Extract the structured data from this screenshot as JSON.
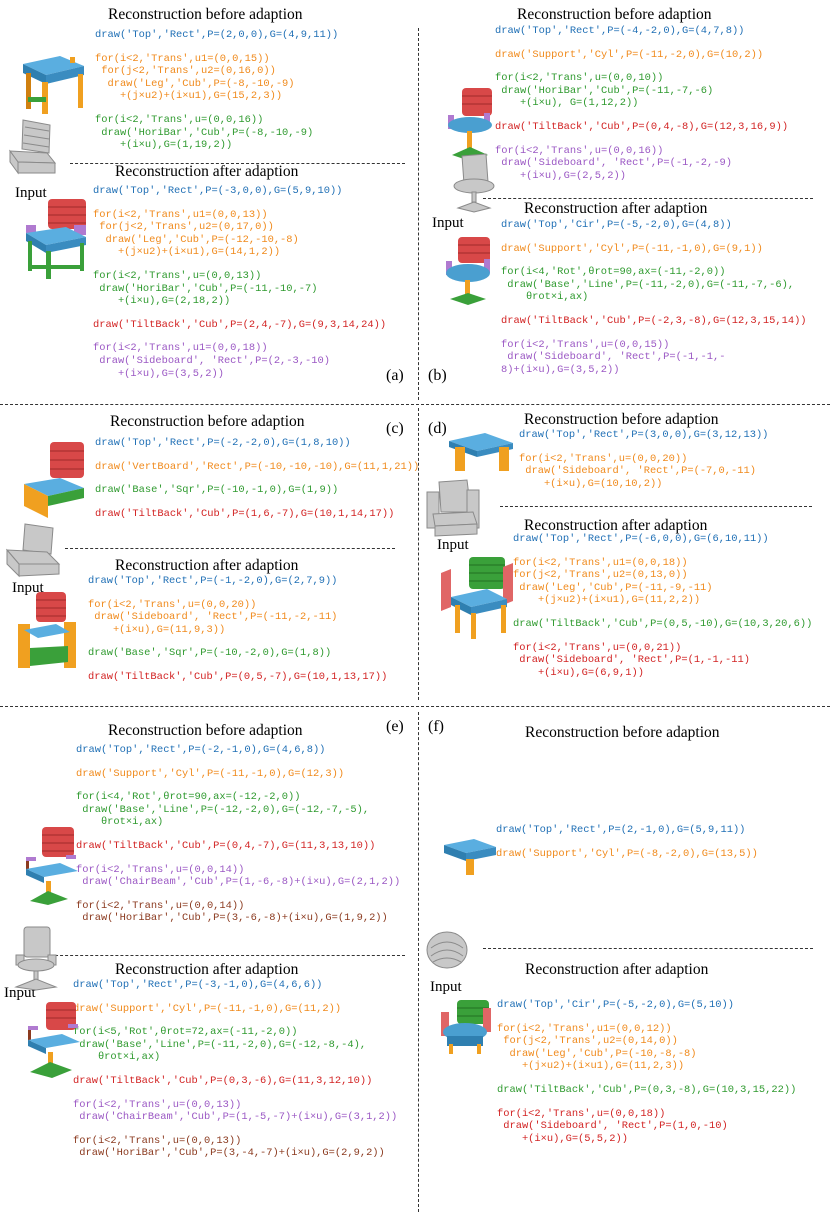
{
  "headings": {
    "before": "Reconstruction before adaption",
    "after": "Reconstruction after adaption"
  },
  "input_label": "Input",
  "panel_labels": {
    "a": "(a)",
    "b": "(b)",
    "c": "(c)",
    "d": "(d)",
    "e": "(e)",
    "f": "(f)"
  },
  "panels": {
    "a": {
      "before": [
        {
          "color": "blue",
          "text": "draw('Top','Rect',P=(2,0,0),G=(4,9,11))"
        },
        {
          "color": "orange",
          "text": "for(i<2,'Trans',u1=(0,0,15))\n for(j<2,'Trans',u2=(0,16,0))\n  draw('Leg','Cub',P=(-8,-10,-9)\n    +(j×u2)+(i×u1),G=(15,2,3))"
        },
        {
          "color": "green",
          "text": "for(i<2,'Trans',u=(0,0,16))\n draw('HoriBar','Cub',P=(-8,-10,-9)\n    +(i×u),G=(1,19,2))"
        }
      ],
      "after": [
        {
          "color": "blue",
          "text": "draw('Top','Rect',P=(-3,0,0),G=(5,9,10))"
        },
        {
          "color": "orange",
          "text": "for(i<2,'Trans',u1=(0,0,13))\n for(j<2,'Trans',u2=(0,17,0))\n  draw('Leg','Cub',P=(-12,-10,-8)\n    +(j×u2)+(i×u1),G=(14,1,2))"
        },
        {
          "color": "green",
          "text": "for(i<2,'Trans',u=(0,0,13))\n draw('HoriBar','Cub',P=(-11,-10,-7)\n    +(i×u),G=(2,18,2))"
        },
        {
          "color": "red",
          "text": "draw('TiltBack','Cub',P=(2,4,-7),G=(9,3,14,24))"
        },
        {
          "color": "purple",
          "text": "for(i<2,'Trans',u1=(0,0,18))\n draw('Sideboard', 'Rect',P=(2,-3,-10)\n    +(i×u),G=(3,5,2))"
        }
      ]
    },
    "b": {
      "before": [
        {
          "color": "blue",
          "text": "draw('Top','Rect',P=(-4,-2,0),G=(4,7,8))"
        },
        {
          "color": "orange",
          "text": "draw('Support','Cyl',P=(-11,-2,0),G=(10,2))"
        },
        {
          "color": "green",
          "text": "for(i<2,'Trans',u=(0,0,10))\n draw('HoriBar','Cub',P=(-11,-7,-6)\n    +(i×u), G=(1,12,2))"
        },
        {
          "color": "red",
          "text": "draw('TiltBack','Cub',P=(0,4,-8),G=(12,3,16,9))"
        },
        {
          "color": "purple",
          "text": "for(i<2,'Trans',u=(0,0,16))\n draw('Sideboard', 'Rect',P=(-1,-2,-9)\n    +(i×u),G=(2,5,2))"
        }
      ],
      "after": [
        {
          "color": "blue",
          "text": "draw('Top','Cir',P=(-5,-2,0),G=(4,8))"
        },
        {
          "color": "orange",
          "text": "draw('Support','Cyl',P=(-11,-1,0),G=(9,1))"
        },
        {
          "color": "green",
          "text": "for(i<4,'Rot',θrot=90,ax=(-11,-2,0))\n draw('Base','Line',P=(-11,-2,0),G=(-11,-7,-6),\n    θrot×i,ax)"
        },
        {
          "color": "red",
          "text": "draw('TiltBack','Cub',P=(-2,3,-8),G=(12,3,15,14))"
        },
        {
          "color": "purple",
          "text": "for(i<2,'Trans',u=(0,0,15))\n draw('Sideboard', 'Rect',P=(-1,-1,-\n8)+(i×u),G=(3,5,2))"
        }
      ]
    },
    "c": {
      "before": [
        {
          "color": "blue",
          "text": "draw('Top','Rect',P=(-2,-2,0),G=(1,8,10))"
        },
        {
          "color": "orange",
          "text": "draw('VertBoard','Rect',P=(-10,-10,-10),G=(11,1,21))"
        },
        {
          "color": "green",
          "text": "draw('Base','Sqr',P=(-10,-1,0),G=(1,9))"
        },
        {
          "color": "red",
          "text": "draw('TiltBack','Cub',P=(1,6,-7),G=(10,1,14,17))"
        }
      ],
      "after": [
        {
          "color": "blue",
          "text": "draw('Top','Rect',P=(-1,-2,0),G=(2,7,9))"
        },
        {
          "color": "orange",
          "text": "for(i<2,'Trans',u=(0,0,20))\n draw('Sideboard', 'Rect',P=(-11,-2,-11)\n    +(i×u),G=(11,9,3))"
        },
        {
          "color": "green",
          "text": "draw('Base','Sqr',P=(-10,-2,0),G=(1,8))"
        },
        {
          "color": "red",
          "text": "draw('TiltBack','Cub',P=(0,5,-7),G=(10,1,13,17))"
        }
      ]
    },
    "d": {
      "before": [
        {
          "color": "blue",
          "text": "draw('Top','Rect',P=(3,0,0),G=(3,12,13))"
        },
        {
          "color": "orange",
          "text": "for(i<2,'Trans',u=(0,0,20))\n draw('Sideboard', 'Rect',P=(-7,0,-11)\n    +(i×u),G=(10,10,2))"
        }
      ],
      "after": [
        {
          "color": "blue",
          "text": "draw('Top','Rect',P=(-6,0,0),G=(6,10,11))"
        },
        {
          "color": "orange",
          "text": "for(i<2,'Trans',u1=(0,0,18))\nfor(j<2,'Trans',u2=(0,13,0))\n draw('Leg','Cub',P=(-11,-9,-11)\n    +(j×u2)+(i×u1),G=(11,2,2))"
        },
        {
          "color": "green",
          "text": "draw('TiltBack','Cub',P=(0,5,-10),G=(10,3,20,6))"
        },
        {
          "color": "red",
          "text": "for(i<2,'Trans',u=(0,0,21))\n draw('Sideboard', 'Rect',P=(1,-1,-11)\n    +(i×u),G=(6,9,1))"
        }
      ]
    },
    "e": {
      "before": [
        {
          "color": "blue",
          "text": "draw('Top','Rect',P=(-2,-1,0),G=(4,6,8))"
        },
        {
          "color": "orange",
          "text": "draw('Support','Cyl',P=(-11,-1,0),G=(12,3))"
        },
        {
          "color": "green",
          "text": "for(i<4,'Rot',θrot=90,ax=(-12,-2,0))\n draw('Base','Line',P=(-12,-2,0),G=(-12,-7,-5),\n    θrot×i,ax)"
        },
        {
          "color": "red",
          "text": "draw('TiltBack','Cub',P=(0,4,-7),G=(11,3,13,10))"
        },
        {
          "color": "purple",
          "text": "for(i<2,'Trans',u=(0,0,14))\n draw('ChairBeam','Cub',P=(1,-6,-8)+(i×u),G=(2,1,2))"
        },
        {
          "color": "brown",
          "text": "for(i<2,'Trans',u=(0,0,14))\n draw('HoriBar','Cub',P=(3,-6,-8)+(i×u),G=(1,9,2))"
        }
      ],
      "after": [
        {
          "color": "blue",
          "text": "draw('Top','Rect',P=(-3,-1,0),G=(4,6,6))"
        },
        {
          "color": "orange",
          "text": "draw('Support','Cyl',P=(-11,-1,0),G=(11,2))"
        },
        {
          "color": "green",
          "text": "for(i<5,'Rot',θrot=72,ax=(-11,-2,0))\n draw('Base','Line',P=(-11,-2,0),G=(-12,-8,-4),\n    θrot×i,ax)"
        },
        {
          "color": "red",
          "text": "draw('TiltBack','Cub',P=(0,3,-6),G=(11,3,12,10))"
        },
        {
          "color": "purple",
          "text": "for(i<2,'Trans',u=(0,0,13))\n draw('ChairBeam','Cub',P=(1,-5,-7)+(i×u),G=(3,1,2))"
        },
        {
          "color": "brown",
          "text": "for(i<2,'Trans',u=(0,0,13))\n draw('HoriBar','Cub',P=(3,-4,-7)+(i×u),G=(2,9,2))"
        }
      ]
    },
    "f": {
      "before": [
        {
          "color": "blue",
          "text": "draw('Top','Rect',P=(2,-1,0),G=(5,9,11))"
        },
        {
          "color": "orange",
          "text": "draw('Support','Cyl',P=(-8,-2,0),G=(13,5))"
        }
      ],
      "after": [
        {
          "color": "blue",
          "text": "draw('Top','Cir',P=(-5,-2,0),G=(5,10))"
        },
        {
          "color": "orange",
          "text": "for(i<2,'Trans',u1=(0,0,12))\n for(j<2,'Trans',u2=(0,14,0))\n  draw('Leg','Cub',P=(-10,-8,-8)\n    +(j×u2)+(i×u1),G=(11,2,3))"
        },
        {
          "color": "green",
          "text": "draw('TiltBack','Cub',P=(0,3,-8),G=(10,3,15,22))"
        },
        {
          "color": "red",
          "text": "for(i<2,'Trans',u=(0,0,18))\n draw('Sideboard', 'Rect',P=(1,0,-10)\n    +(i×u),G=(5,5,2))"
        }
      ]
    }
  },
  "colors": {
    "blue": "#1f6fb5",
    "orange": "#f08a1c",
    "green": "#2f9a2f",
    "red": "#d22323",
    "purple": "#9b58c4",
    "brown": "#8b3a1f",
    "seat": "#4a9fd0",
    "leg": "#f0a020",
    "back": "#d84848",
    "side": "#b07ad0"
  }
}
